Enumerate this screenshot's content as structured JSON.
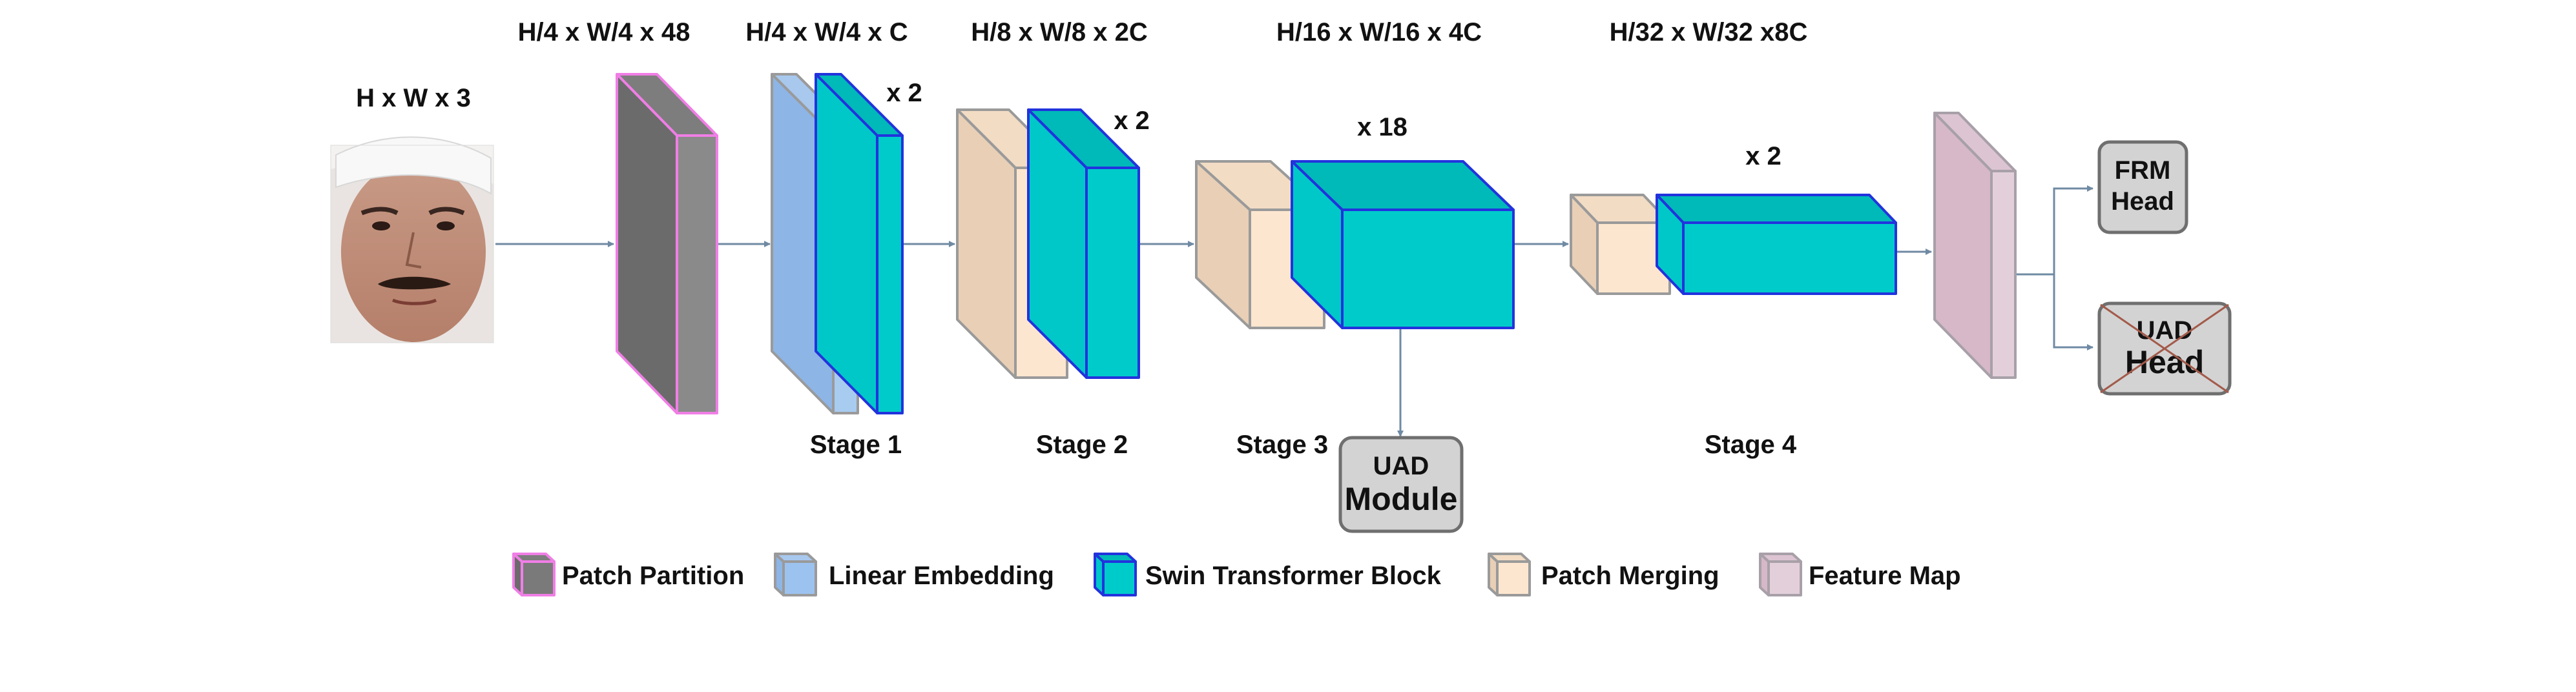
{
  "dims": {
    "input": "H x W x 3",
    "patch_partition": "H/4 x W/4 x 48",
    "stage1": "H/4 x W/4 x C",
    "stage2": "H/8 x W/8 x 2C",
    "stage3": "H/16 x W/16 x 4C",
    "stage4": "H/32 x W/32 x8C"
  },
  "repeats": {
    "stage1": "x 2",
    "stage2": "x 2",
    "stage3": "x 18",
    "stage4": "x 2"
  },
  "stages": {
    "stage1": "Stage 1",
    "stage2": "Stage 2",
    "stage3": "Stage 3",
    "stage4": "Stage 4"
  },
  "modules": {
    "uad_module": [
      "UAD",
      "Module"
    ],
    "frm_head": [
      "FRM",
      "Head"
    ],
    "uad_head": [
      "UAD",
      "Head"
    ]
  },
  "legend": {
    "patch_partition": "Patch Partition",
    "linear_embedding": "Linear Embedding",
    "swin_block": "Swin Transformer Block",
    "patch_merging": "Patch Merging",
    "feature_map": "Feature Map"
  },
  "colors": {
    "arrow": "#6f8aa3",
    "patch_partition_fill": "#6b6b6b",
    "patch_partition_edge": "#f07ee6",
    "linear_embedding_fill": "#8db5e6",
    "linear_embedding_edge": "#9a9a9a",
    "swin_fill": "#00c8c8",
    "swin_edge": "#2233dd",
    "patch_merging_fill": "#fde6cf",
    "patch_merging_edge": "#9a9a9a",
    "feature_map_fill": "#d6b8c8",
    "feature_map_edge": "#a8a0a8",
    "module_fill": "#d3d3d3",
    "module_edge": "#6f6f6f",
    "cross": "#a35a4a"
  },
  "icons": {
    "input_image": "face-photo"
  }
}
